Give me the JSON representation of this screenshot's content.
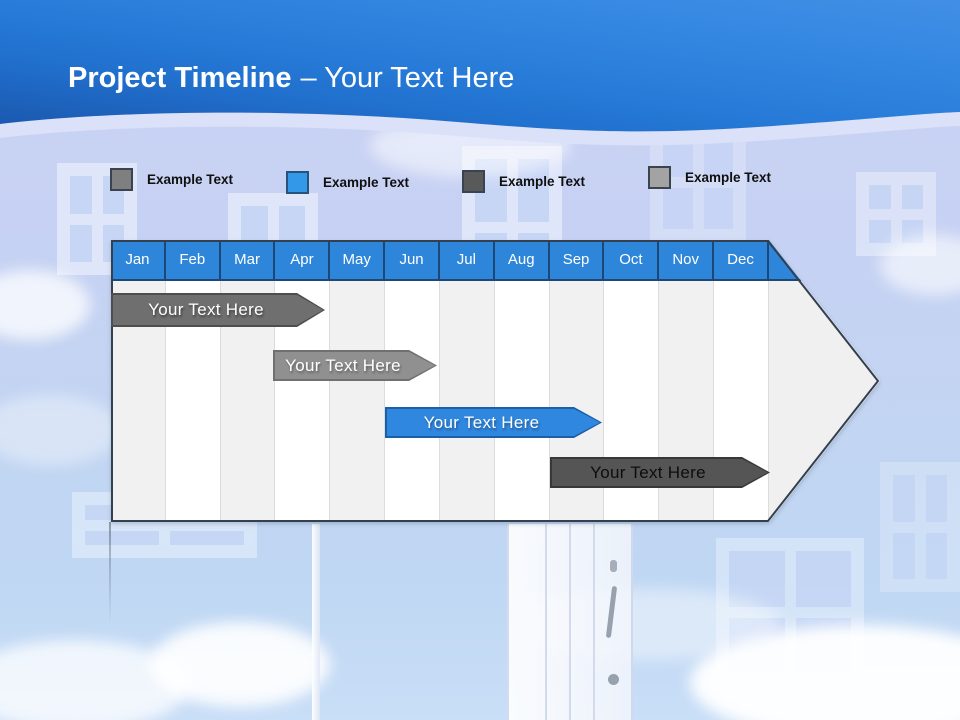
{
  "header": {
    "title_bold": "Project Timeline",
    "title_rest": "– Your Text Here"
  },
  "legend": {
    "items": [
      {
        "label": "Example Text",
        "swatch_color": "#7F7F7F"
      },
      {
        "label": "Example Text",
        "swatch_color": "#3398E8"
      },
      {
        "label": "Example Text",
        "swatch_color": "#595959"
      },
      {
        "label": "Example Text",
        "swatch_color": "#A3A3A3"
      }
    ]
  },
  "timeline": {
    "months": [
      "Jan",
      "Feb",
      "Mar",
      "Apr",
      "May",
      "Jun",
      "Jul",
      "Aug",
      "Sep",
      "Oct",
      "Nov",
      "Dec"
    ],
    "month_band_color": "#2E86DB",
    "bars": [
      {
        "label": "Your Text Here",
        "fill_color": "#6F6F6F",
        "text_color": "#FFFFFF",
        "start_month_index": 0.0,
        "end_month_index": 3.9
      },
      {
        "label": "Your Text Here",
        "fill_color": "#909090",
        "text_color": "#FFFFFF",
        "start_month_index": 3.0,
        "end_month_index": 5.9
      },
      {
        "label": "Your Text Here",
        "fill_color": "#2F87E0",
        "text_color": "#FFFFFF",
        "start_month_index": 5.0,
        "end_month_index": 9.0
      },
      {
        "label": "Your Text Here",
        "fill_color": "#555555",
        "text_color": "#111111",
        "start_month_index": 8.0,
        "end_month_index": 12.0
      }
    ]
  }
}
